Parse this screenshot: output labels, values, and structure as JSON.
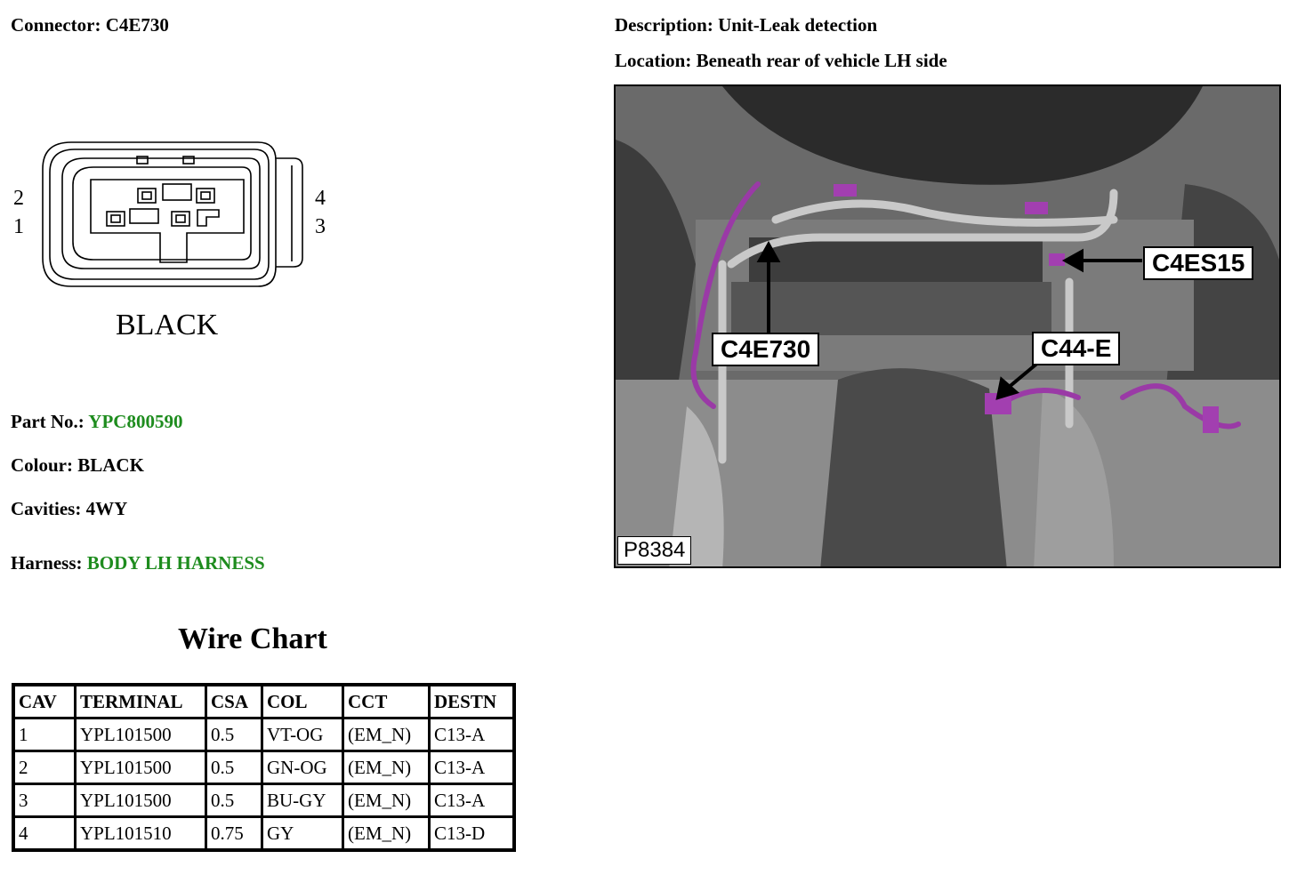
{
  "connector": {
    "label": "Connector:",
    "value": "C4E730"
  },
  "description": {
    "label": "Description:",
    "value": "Unit-Leak detection"
  },
  "location": {
    "label": "Location:",
    "value": "Beneath rear of vehicle LH side"
  },
  "drawing": {
    "pin_labels": [
      "2",
      "1",
      "4",
      "3"
    ],
    "color_label": "BLACK"
  },
  "part_no": {
    "label": "Part No.:",
    "value": "YPC800590"
  },
  "colour": {
    "label": "Colour:",
    "value": "BLACK"
  },
  "cavities": {
    "label": "Cavities:",
    "value": "4WY"
  },
  "harness": {
    "label": "Harness:",
    "value": "BODY LH HARNESS"
  },
  "accent_green": "#1e8c1e",
  "wire_chart": {
    "title": "Wire Chart",
    "headers": [
      "CAV",
      "TERMINAL",
      "CSA",
      "COL",
      "CCT",
      "DESTN"
    ],
    "rows": [
      [
        "1",
        "YPL101500",
        "0.5",
        "VT-OG",
        "(EM_N)",
        "C13-A"
      ],
      [
        "2",
        "YPL101500",
        "0.5",
        "GN-OG",
        "(EM_N)",
        "C13-A"
      ],
      [
        "3",
        "YPL101500",
        "0.5",
        "BU-GY",
        "(EM_N)",
        "C13-A"
      ],
      [
        "4",
        "YPL101510",
        "0.75",
        "GY",
        "(EM_N)",
        "C13-D"
      ]
    ]
  },
  "photo": {
    "callouts": [
      "C4ES15",
      "C4E730",
      "C44-E"
    ],
    "image_id": "P8384"
  }
}
